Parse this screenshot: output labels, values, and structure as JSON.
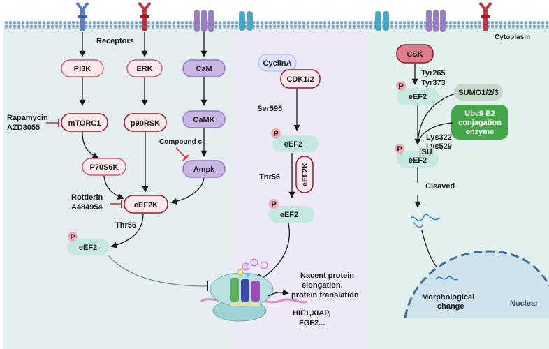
{
  "labels": {
    "receptors": "Receptors",
    "cytoplasm": "Cytoplasm",
    "nuclear": "Nuclear",
    "rapamycin": "Rapamycin",
    "azd8055": "AZD8055",
    "compound_c": "Compound c",
    "rottlerin": "Rottlerin",
    "a484954": "A484954",
    "thr56_left": "Thr56",
    "ser595": "Ser595",
    "thr56_mid": "Thr56",
    "tyr265": "Tyr265",
    "tyr373": "Tyr373",
    "lys322": "Lys322",
    "lys529": "Lys529",
    "cleaved": "Cleaved",
    "nacent_1": "Nacent protein",
    "nacent_2": "elongation,",
    "nacent_3": "protein translation",
    "hif_1": "HIF1,XIAP,",
    "hif_2": "FGF2...",
    "morph_1": "Morphological",
    "morph_2": "change"
  },
  "nodes": {
    "pi3k": "PI3K",
    "erk": "ERK",
    "cam": "CaM",
    "mtorc1": "mTORC1",
    "p90rsk": "p90RSK",
    "camk": "CaMK",
    "p70s6k": "P70S6K",
    "ampk": "Ampk",
    "eef2k_left": "eEF2K",
    "eef2_left": "eEF2",
    "cyclina": "CyclinA",
    "cdk12": "CDK1/2",
    "eef2_mid1": "eEF2",
    "eef2k_mid": "eEF2K",
    "eef2_mid2": "eEF2",
    "csk": "CSK",
    "eef2_right1": "eEF2",
    "sumo": "SUMO1/2/3",
    "ubc9_1": "Ubc9 E2",
    "ubc9_2": "conjagation",
    "ubc9_3": "enzyme",
    "eef2_right2": "eEF2",
    "su": "SU",
    "p": "P"
  },
  "colors": {
    "panel_left": "#e4eef0",
    "panel_mid": "#ede9f7",
    "panel_right": "#e2f0ee",
    "pink_fill": "#fde8ec",
    "pink_stroke": "#c0455c",
    "dark_red_fill": "#e07c8a",
    "dark_red_stroke": "#8b1a2b",
    "purple_fill": "#c9b6e4",
    "purple_stroke": "#8f7ac8",
    "teal_fill": "#c6e8e2",
    "lilac_fill": "#dde4fb",
    "grey_green_fill": "#c6d8c8",
    "green_fill": "#46a64a",
    "phospho_fill": "#f2a9b4",
    "inhibit_red": "#cc2233",
    "membrane_blue": "#3a89a8",
    "receptor_blue": "#5b7fc4",
    "receptor_red": "#c2323f",
    "channel_purple": "#9c7cc0",
    "channel_teal": "#4aa6c2",
    "nucleus_fill": "#cfe3ec",
    "nucleus_border": "#3d6f9a"
  }
}
